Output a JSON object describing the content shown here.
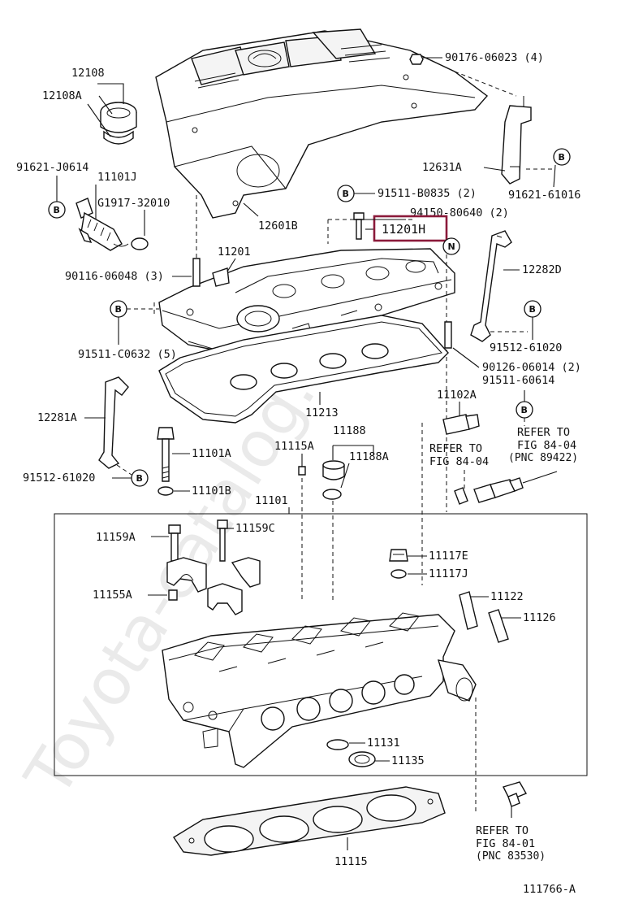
{
  "diagram_id": "111766-A",
  "highlight": {
    "part": "11201H",
    "color": "#8b1a3a"
  },
  "watermark": "Toyota-catalog.ru",
  "labels": {
    "p90176": "90176-06023 (4)",
    "p12108": "12108",
    "p12108A": "12108A",
    "p91621J": "91621-J0614",
    "p11101J": "11101J",
    "pG1917": "G1917-32010",
    "p12631A": "12631A",
    "p91621_61016": "91621-61016",
    "p91511B": "91511-B0835 (2)",
    "p94150": "94150-80640 (2)",
    "p11201H": "11201H",
    "p12601B": "12601B",
    "p11201": "11201",
    "p12282D": "12282D",
    "p90116": "90116-06048 (3)",
    "p91512a": "91512-61020",
    "p91511C": "91511-C0632 (5)",
    "p90126": "90126-06014 (2)",
    "p91511_60614": "91511-60614",
    "p11213": "11213",
    "p11102A": "11102A",
    "p12281A": "12281A",
    "p11188": "11188",
    "p11115A": "11115A",
    "p11188A": "11188A",
    "p11101A": "11101A",
    "p91512b": "91512-61020",
    "p11101B": "11101B",
    "p11101": "11101",
    "p11159A": "11159A",
    "p11159C": "11159C",
    "p11117E": "11117E",
    "p11117J": "11117J",
    "p11155A": "11155A",
    "p11122": "11122",
    "p11126": "11126",
    "p11131": "11131",
    "p11135": "11135",
    "p11115": "11115"
  },
  "refs": {
    "ref1": [
      "REFER TO",
      "FIG 84-04"
    ],
    "ref2": [
      "REFER TO",
      "FIG 84-04",
      "(PNC 89422)"
    ],
    "ref3": [
      "REFER TO",
      "FIG 84-01",
      "(PNC 83530)"
    ]
  },
  "markers": {
    "b": "B",
    "n": "N"
  }
}
